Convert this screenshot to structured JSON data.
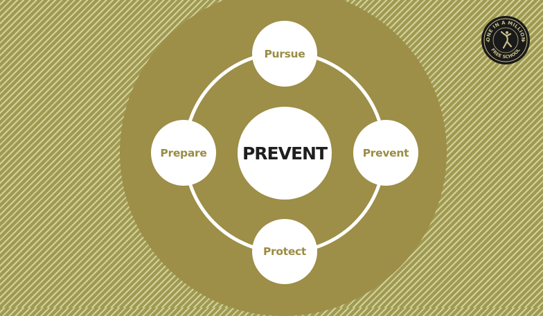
{
  "diagram": {
    "center": {
      "label": "PREVENT"
    },
    "nodes": [
      {
        "id": "top",
        "label": "Pursue"
      },
      {
        "id": "right",
        "label": "Prevent"
      },
      {
        "id": "bottom",
        "label": "Protect"
      },
      {
        "id": "left",
        "label": "Prepare"
      }
    ]
  },
  "logo": {
    "top_text": "ONE IN A MILLION",
    "bottom_text": "FREE SCHOOL",
    "icon": "leaping-figure-icon"
  },
  "colors": {
    "background": "#9f9a52",
    "stripe": "#d6d19a",
    "disk": "#9d8e48",
    "node_fill": "#ffffff",
    "node_text": "#9a8c44",
    "center_text": "#1e1e1e",
    "logo": "#1a1a1a"
  }
}
